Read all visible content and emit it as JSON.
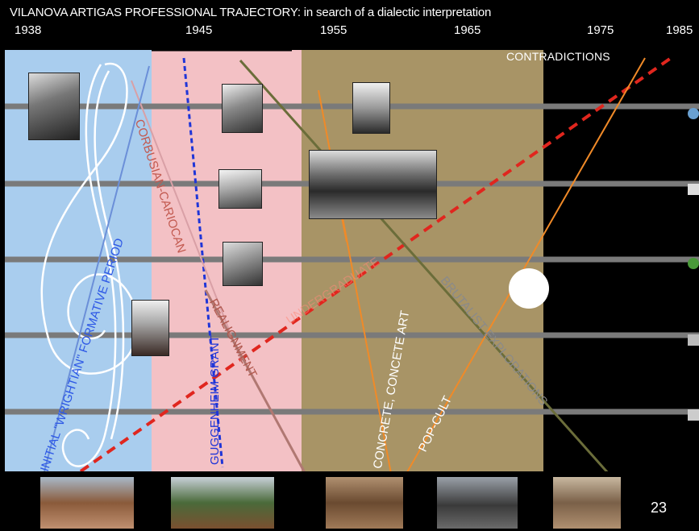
{
  "slide": {
    "title": "VILANOVA ARTIGAS PROFESSIONAL TRAJECTORY: in search of a dialectic  interpretation",
    "years": [
      "1938",
      "1945",
      "1955",
      "1965",
      "1975",
      "1985"
    ],
    "page_number": "23"
  },
  "labels": {
    "contradictions": "CONTRADICTIONS",
    "formative": "INITIAL \"WRIGHTIAN\" FORMATIVE PERIOD",
    "corbusian": "CORBUSIAN-CARIOCAN",
    "guggenheim": "GUGGENHEIM GRANT",
    "realignment": "REALIGNMENT",
    "undergrad": "UNDERGRADUATE",
    "concrete": "CONCRETE, CONCETE ART",
    "popcult": "POP-CULT",
    "brutalist": "BRUTALIST EXPLORATIONS"
  },
  "colors": {
    "blue_band": "#a9cdee",
    "pink_band": "#f3c1c5",
    "tan_band": "#a89466",
    "black_band": "#000000",
    "staff_line": "#7a7a7a",
    "red_dash": "#e0261e",
    "blue_dash": "#1f35d8",
    "orange_line": "#f08a28",
    "olive_line": "#6b6d3a"
  },
  "icons": {
    "clef": "treble-clef-icon"
  }
}
